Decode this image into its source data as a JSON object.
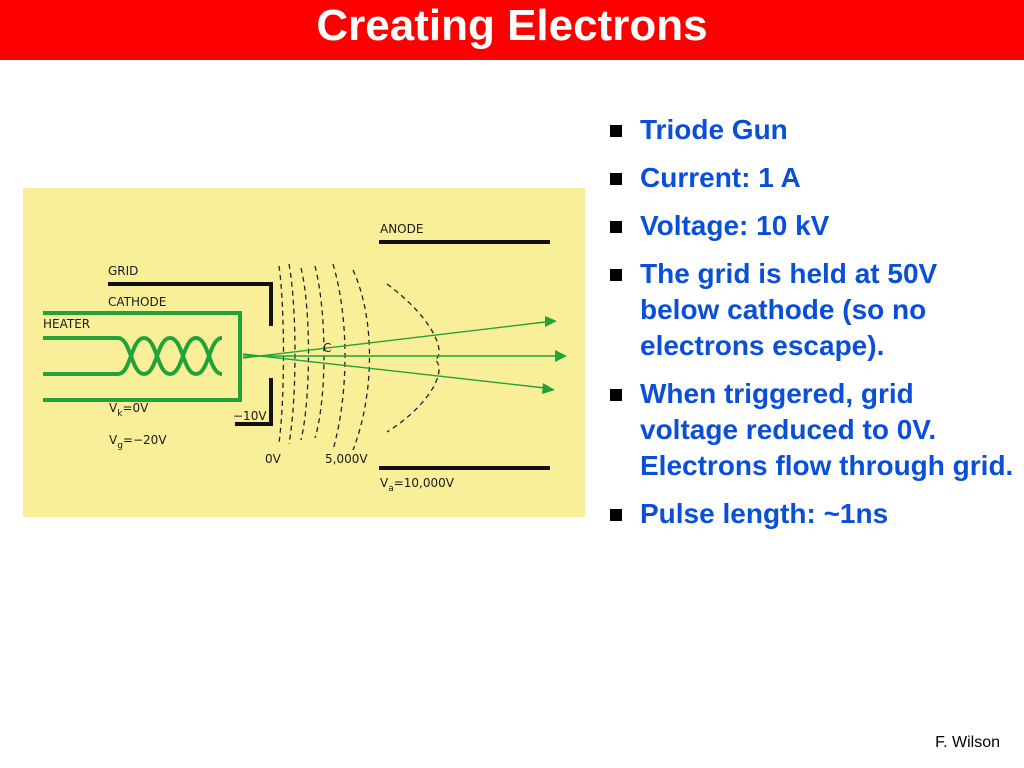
{
  "title": "Creating Electrons",
  "diagram": {
    "labels": {
      "anode": "ANODE",
      "grid": "GRID",
      "cathode": "CATHODE",
      "heater": "HEATER",
      "crossover": "C",
      "vk": "V",
      "vk_sub": "k",
      "vk_val": "=0V",
      "vg": "V",
      "vg_sub": "g",
      "vg_val": "=−20V",
      "minus10": "−10V",
      "zero": "0V",
      "five_k": "5,000V",
      "va": "V",
      "va_sub": "a",
      "va_val": "=10,000V"
    },
    "colors": {
      "background": "#f9ef98",
      "heater": "#22a33a",
      "electrodes": "#111111"
    }
  },
  "bullets": [
    {
      "text": "Triode Gun"
    },
    {
      "text": "Current: 1 A"
    },
    {
      "text": "Voltage: 10 kV"
    },
    {
      "text": "The grid is held at 50V below cathode (so no electrons escape)."
    },
    {
      "text": "When triggered, grid voltage reduced to 0V. Electrons flow through grid."
    },
    {
      "text": "Pulse length: ~1ns"
    }
  ],
  "footer": "F. Wilson",
  "colors": {
    "title_bar": "#ff0000",
    "title_text": "#ffffff",
    "bullet_text": "#0a4fd8"
  }
}
